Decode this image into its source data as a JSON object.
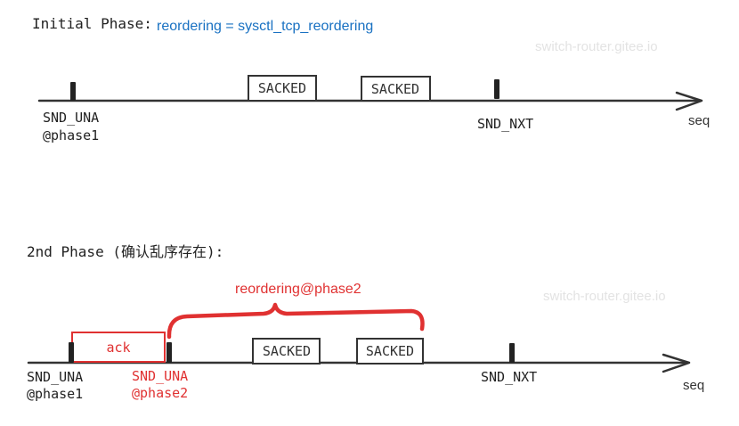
{
  "phase1": {
    "title": "Initial Phase:",
    "formula": "reordering = sysctl_tcp_reordering",
    "watermark": "switch-router.gitee.io",
    "sacked_1": "SACKED",
    "sacked_2": "SACKED",
    "snd_una": "SND_UNA",
    "snd_una_sub": "@phase1",
    "snd_nxt": "SND_NXT",
    "axis_label": "seq"
  },
  "phase2": {
    "title": "2nd Phase (确认乱序存在):",
    "brace_label": "reordering@phase2",
    "watermark": "switch-router.gitee.io",
    "ack": "ack",
    "sacked_1": "SACKED",
    "sacked_2": "SACKED",
    "snd_una_old": "SND_UNA",
    "snd_una_old_sub": "@phase1",
    "snd_una_new": "SND_UNA",
    "snd_una_new_sub": "@phase2",
    "snd_nxt": "SND_NXT",
    "axis_label": "seq"
  },
  "colors": {
    "ink": "#333333",
    "blue": "#1971c2",
    "red": "#e03131",
    "watermark": "#e3e3e3"
  }
}
